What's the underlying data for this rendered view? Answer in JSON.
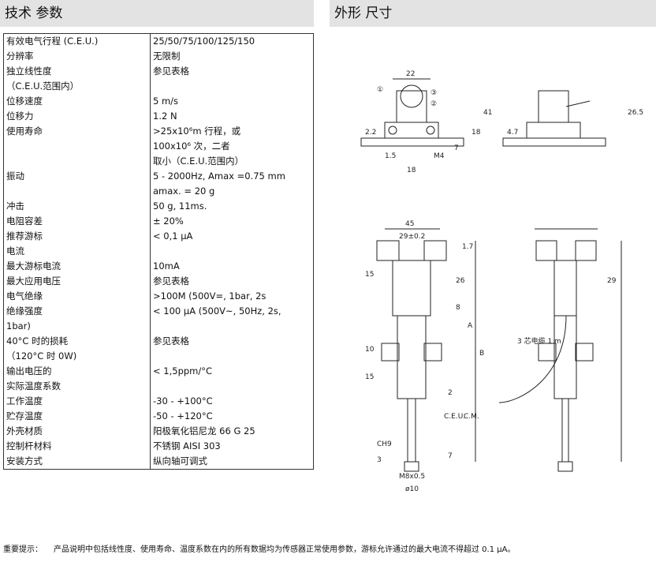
{
  "headers": {
    "specs": "技术 参数",
    "dimensions": "外形 尺寸"
  },
  "specs": [
    {
      "k": "有效电气行程 (C.E.U.)",
      "v": [
        "25/50/75/100/125/150"
      ]
    },
    {
      "k": "分辨率",
      "v": [
        "无限制"
      ]
    },
    {
      "k": "独立线性度",
      "v": [
        "参见表格"
      ]
    },
    {
      "k": "（C.E.U.范围内）",
      "v": [
        ""
      ]
    },
    {
      "k": "位移速度",
      "v": [
        "  5 m/s"
      ]
    },
    {
      "k": "位移力",
      "v": [
        "  1.2 N"
      ]
    },
    {
      "k": "使用寿命",
      "v": [
        ">25x10⁶m 行程，或"
      ]
    },
    {
      "k": "",
      "v": [
        "100x10⁶ 次，二者"
      ]
    },
    {
      "k": "",
      "v": [
        "取小（C.E.U.范围内）"
      ]
    },
    {
      "k": "振动",
      "v": [
        "5 - 2000Hz, Amax =0.75 mm"
      ]
    },
    {
      "k": "",
      "v": [
        "amax. = 20 g"
      ]
    },
    {
      "k": " 冲击",
      "v": [
        "50 g, 11ms."
      ]
    },
    {
      "k": "电阻容差",
      "v": [
        "± 20%"
      ]
    },
    {
      "k": "推荐游标",
      "v": [
        " < 0,1 μA"
      ]
    },
    {
      "k": "电流",
      "v": [
        ""
      ]
    },
    {
      "k": "最大游标电流",
      "v": [
        "10mA"
      ]
    },
    {
      "k": "最大应用电压",
      "v": [
        "参见表格"
      ]
    },
    {
      "k": "电气绝缘",
      "v": [
        ">100M  (500V=, 1bar, 2s"
      ]
    },
    {
      "k": "绝缘强度",
      "v": [
        "< 100 μA (500V~, 50Hz, 2s,"
      ]
    },
    {
      "k": "1bar)",
      "v": [
        ""
      ]
    },
    {
      "k": "40°C 时的损耗",
      "v": [
        "参见表格"
      ]
    },
    {
      "k": "（120°C 时 0W)",
      "v": [
        ""
      ]
    },
    {
      "k": "输出电压的",
      "v": [
        "< 1,5ppm/°C"
      ]
    },
    {
      "k": "实际温度系数",
      "v": [
        ""
      ]
    },
    {
      "k": "工作温度",
      "v": [
        "-30 - +100°C"
      ]
    },
    {
      "k": "贮存温度",
      "v": [
        "-50 - +120°C"
      ]
    },
    {
      "k": "外壳材质",
      "v": [
        "阳极氧化铝尼龙 66 G 25"
      ]
    },
    {
      "k": "控制杆材料",
      "v": [
        "不锈钢 AISI 303"
      ]
    },
    {
      "k": "安装方式",
      "v": [
        "纵向轴可调式"
      ]
    }
  ],
  "note": {
    "label": "重要提示：",
    "text": "产品说明中包括线性度、使用寿命、温度系数在内的所有数据均为传感器正常使用参数，游标允许通过的最大电流不得超过 0.1 μA。"
  },
  "drawing": {
    "dims_top": [
      "22",
      "41",
      "18",
      "7",
      "2.2",
      "4.7",
      "1.5",
      "M4",
      "18",
      "26.5"
    ],
    "pins": [
      "①",
      "②",
      "③"
    ],
    "dims_bottom": [
      "45",
      "29±0.2",
      "1.7",
      "15",
      "26",
      "8",
      "A",
      "B",
      "10",
      "15",
      "2",
      "C.E.U.",
      "C.M.",
      "CH9",
      "3",
      "7",
      "M8x0.5",
      "ø10",
      "29"
    ],
    "cable_label": "3 芯电缆 1 m"
  }
}
